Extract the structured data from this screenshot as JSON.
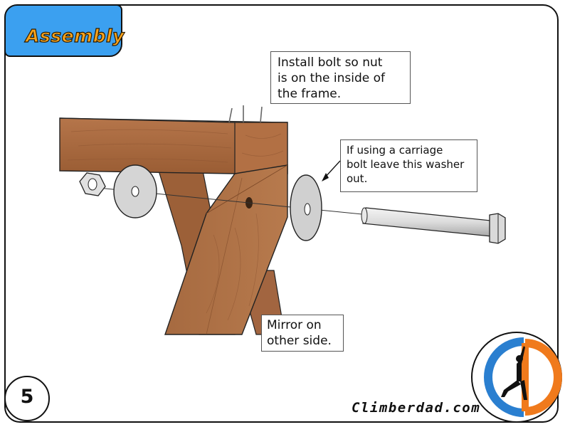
{
  "header": {
    "title": "Assembly"
  },
  "callouts": {
    "bolt_note": "Install bolt so nut\nis on the inside of\nthe frame.",
    "washer_note": "If using a carriage\nbolt leave this washer\nout.",
    "mirror_note": "Mirror on\nother side."
  },
  "footer": {
    "page_number": "5",
    "website": "Climberdad.com"
  },
  "colors": {
    "title_tab": "#3ba0f0",
    "title_text": "#f6a21c",
    "wood": "#a8683e",
    "logo_orange": "#f07a1c",
    "logo_blue": "#2a7fd0"
  }
}
